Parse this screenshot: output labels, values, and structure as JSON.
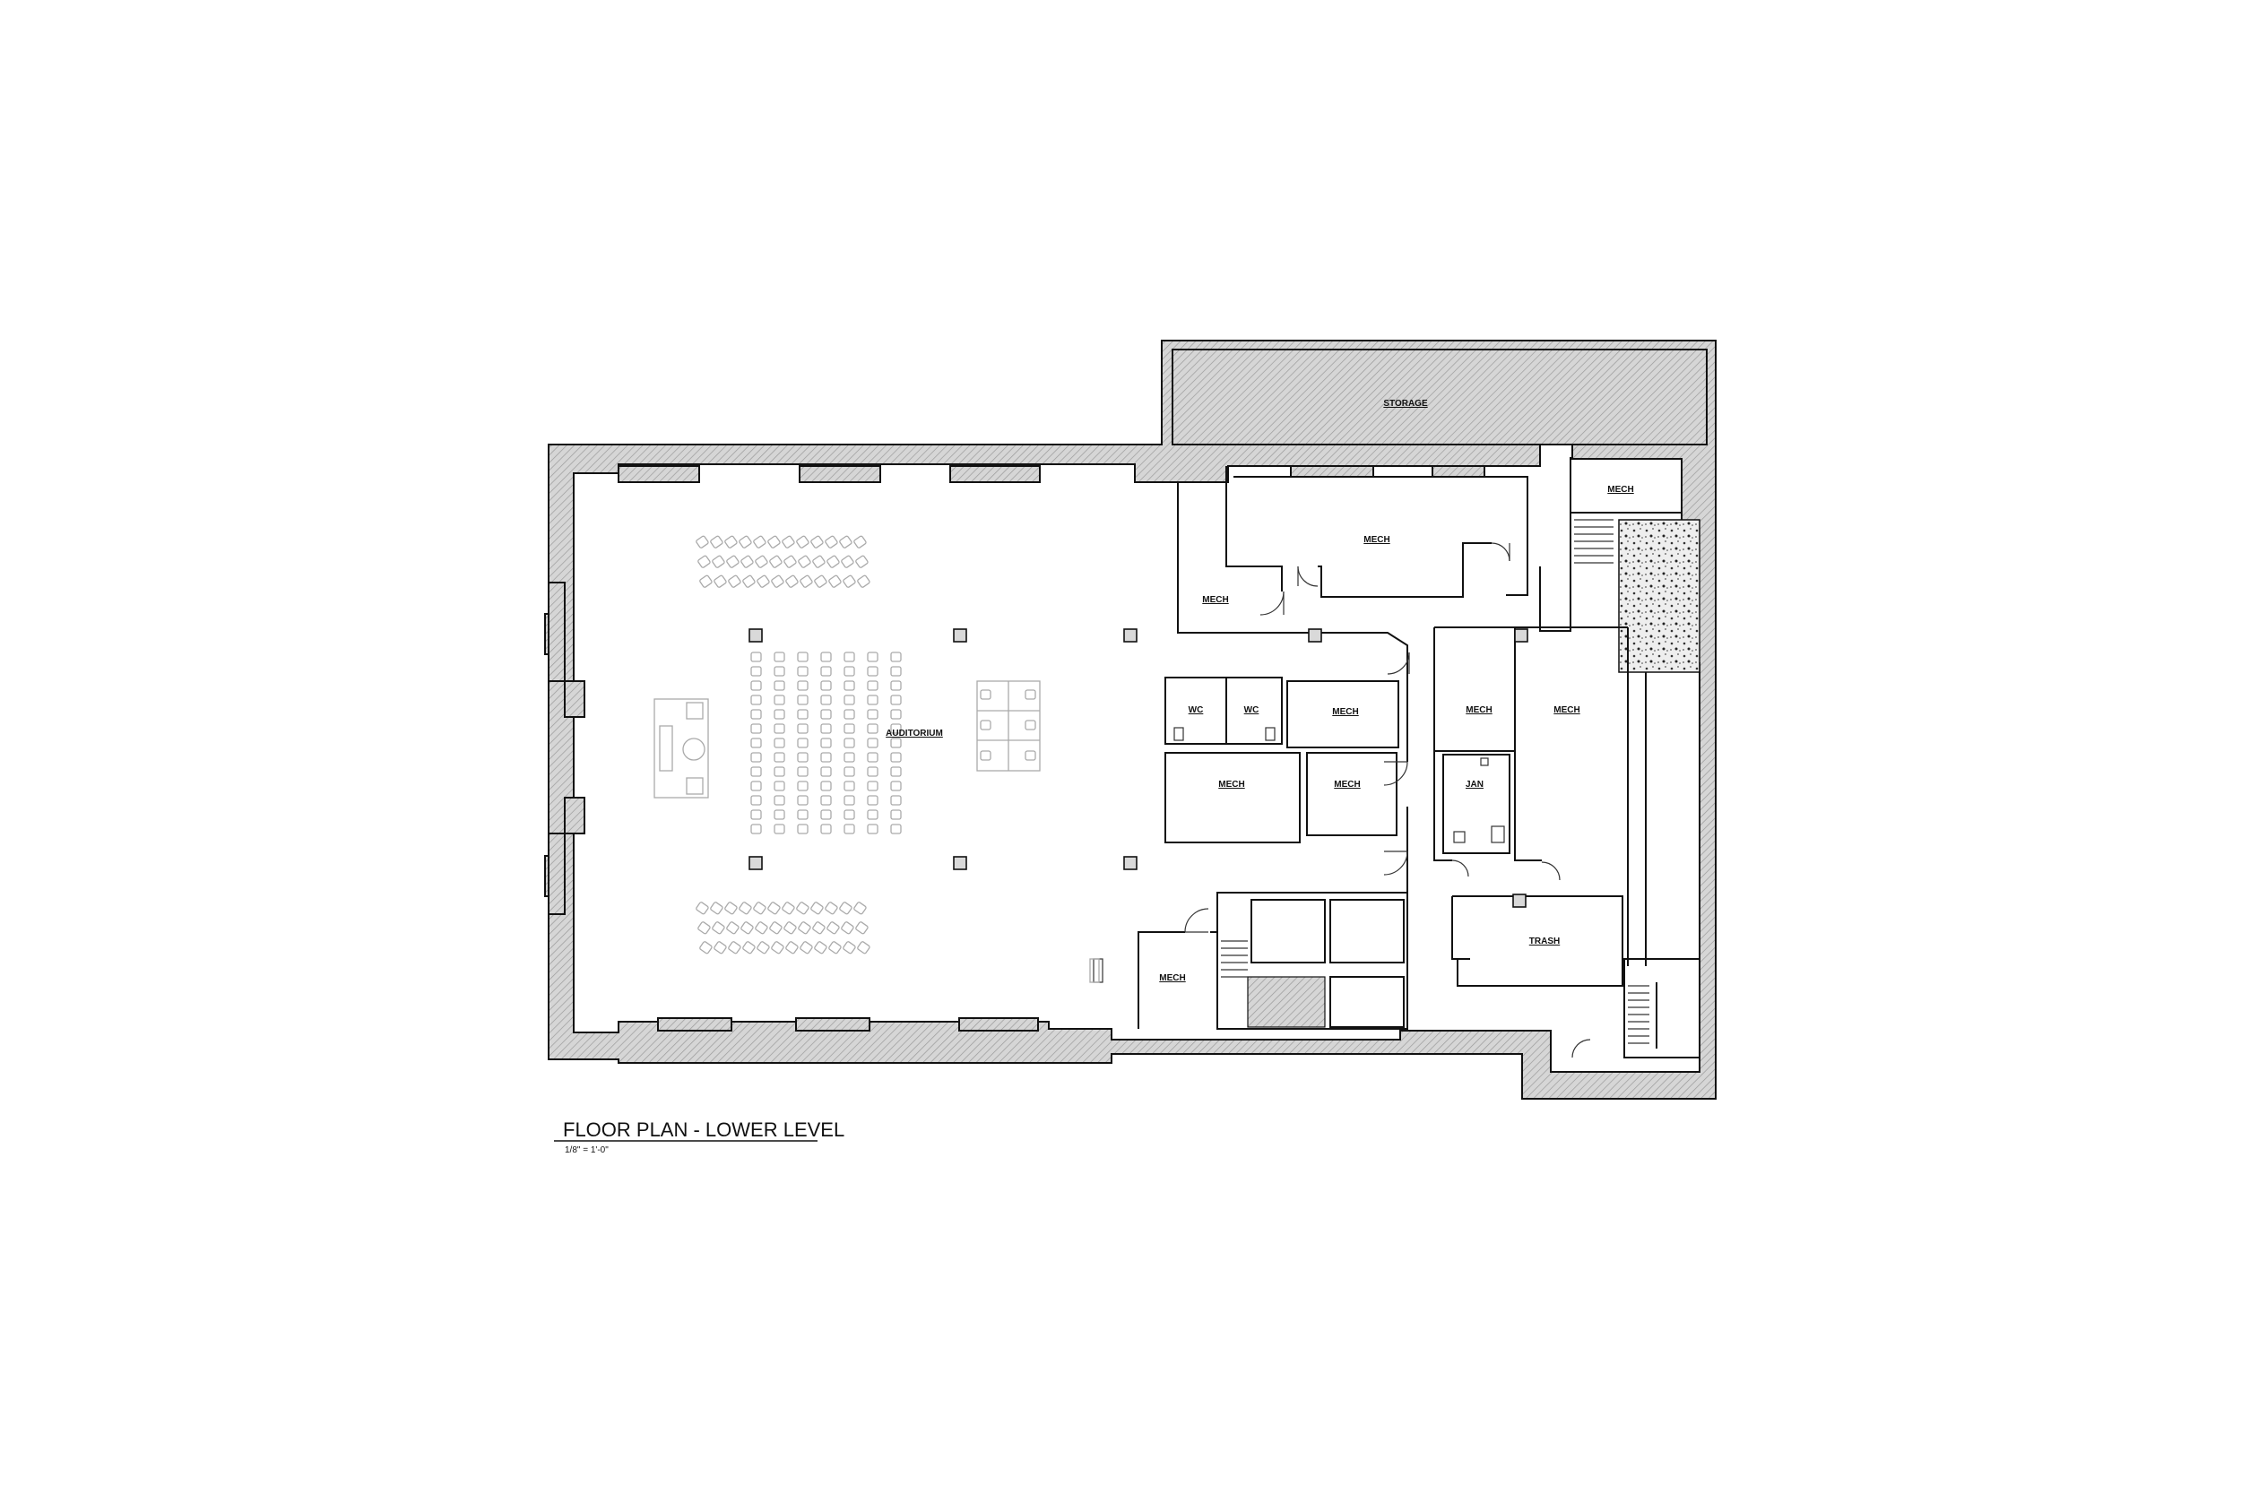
{
  "drawing": {
    "title": "FLOOR PLAN - LOWER LEVEL",
    "scale": "1/8\" = 1'-0\""
  },
  "rooms": {
    "storage": "STORAGE",
    "auditorium": "AUDITORIUM",
    "mech_north": "MECH",
    "mech_northwest": "MECH",
    "mech_northeast": "MECH",
    "wc_1": "WC",
    "wc_2": "WC",
    "mech_a": "MECH",
    "mech_b": "MECH",
    "mech_c": "MECH",
    "mech_d": "MECH",
    "mech_e": "MECH",
    "jan": "JAN",
    "trash": "TRASH",
    "mech_south": "MECH"
  }
}
